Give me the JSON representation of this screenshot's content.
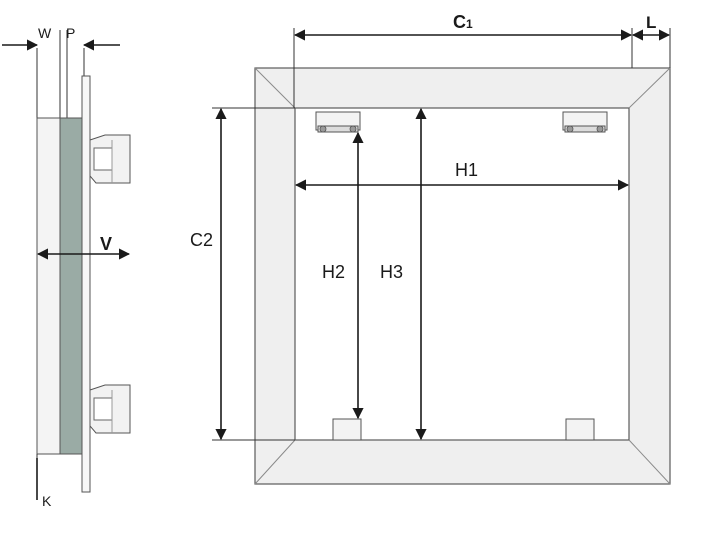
{
  "labels": {
    "w": "W",
    "p": "P",
    "v": "V",
    "k": "K",
    "c1_main": "C",
    "c1_sub": "1",
    "l": "L",
    "c2": "C2",
    "h1": "H1",
    "h2": "H2",
    "h3": "H3"
  },
  "colors": {
    "panel_fill": "#9aaba5",
    "frame_fill": "#efefef",
    "line": "#1a1a1a"
  }
}
